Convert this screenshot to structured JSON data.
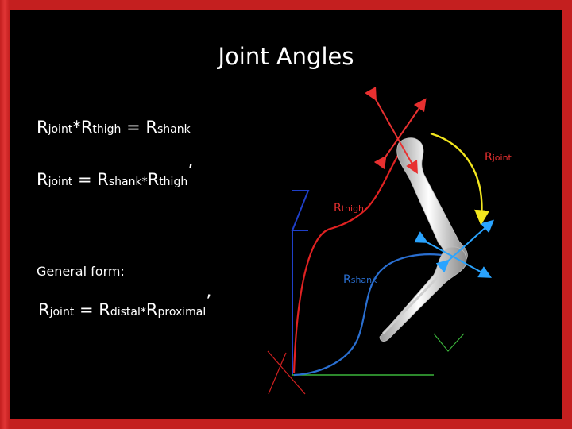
{
  "slide": {
    "title": "Joint Angles",
    "eq1": {
      "a": "R",
      "a_sub": "joint",
      "op": "*",
      "b": "R",
      "b_sub": "thigh",
      "eqs": " = ",
      "c": "R",
      "c_sub": "shank"
    },
    "eq2": {
      "a": "R",
      "a_sub": "joint",
      "eqs": " = ",
      "b": "R",
      "b_sub": "shank",
      "op": "*",
      "c": "R",
      "c_sub": "thigh",
      "prime": "’"
    },
    "general_form_label": "General form:",
    "eq3": {
      "a": "R",
      "a_sub": "joint",
      "eqs": " = ",
      "b": "R",
      "b_sub": "distal",
      "op": "*",
      "c": "R",
      "c_sub": "proximal",
      "prime": "’"
    }
  },
  "diagram": {
    "label_joint": {
      "r": "R",
      "sub": "joint"
    },
    "label_thigh": {
      "r": "R",
      "sub": "thigh"
    },
    "label_shank": {
      "r": "R",
      "sub": "shank"
    }
  },
  "colors": {
    "background": "#000000",
    "border": "#d62a2a",
    "thigh": "#e02222",
    "shank": "#2a6fd1",
    "joint_arc": "#f2e61e",
    "ground_axis": "#3bb53b",
    "knee_axes": "#2aa4ff",
    "hip_axes": "#e83030"
  }
}
